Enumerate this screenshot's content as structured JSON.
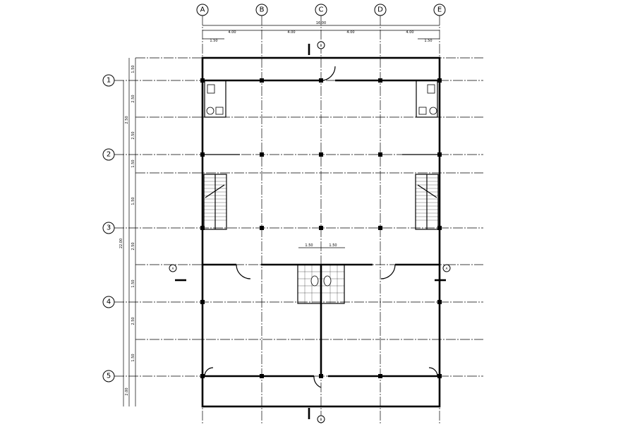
{
  "grid_columns": [
    "A",
    "B",
    "C",
    "D",
    "E"
  ],
  "grid_rows": [
    "1",
    "2",
    "3",
    "4",
    "5"
  ],
  "top_dimensions": {
    "overall": "16.00",
    "bays": [
      "4.00",
      "4.00",
      "4.00",
      "4.00"
    ],
    "left_offset": "1.50",
    "right_offset": "1.50"
  },
  "left_dimensions": {
    "overall": "22.00",
    "segments": [
      "1.50",
      "2.50",
      "2.50",
      "1.50",
      "1.50",
      "2.50",
      "1.50",
      "2.50",
      "1.50",
      "2.50",
      "2.00"
    ]
  },
  "center_dimensions": [
    "1.50",
    "1.50"
  ],
  "section_markers": {
    "A": "A",
    "B": "B"
  }
}
